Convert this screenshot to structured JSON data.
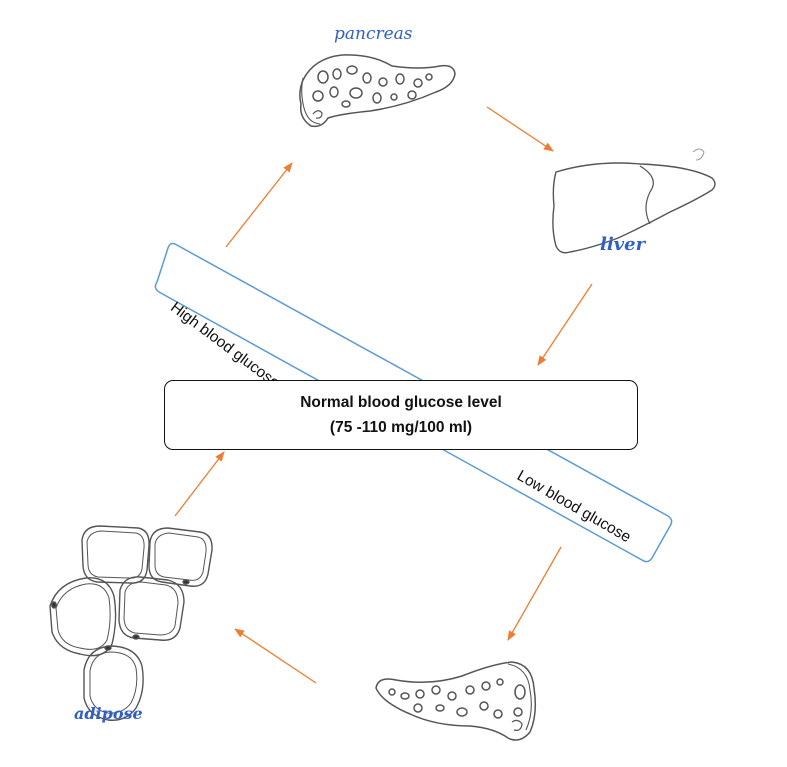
{
  "center": {
    "title": "Normal blood glucose level",
    "range": "(75 -110 mg/100 ml)"
  },
  "bands": {
    "high": "High blood glucose",
    "low": "Low blood glucose"
  },
  "organs": {
    "pancreas_top": "pancreas",
    "liver": "liver",
    "adipose": "adipose"
  },
  "colors": {
    "arrow": "#ed7d31",
    "band_border": "#5b9bd5",
    "handwriting": "#2f5fc9",
    "sketch": "#555555"
  },
  "icons": [
    "pancreas-sketch",
    "liver-sketch",
    "adipose-cells-sketch",
    "pancreas-sketch"
  ]
}
